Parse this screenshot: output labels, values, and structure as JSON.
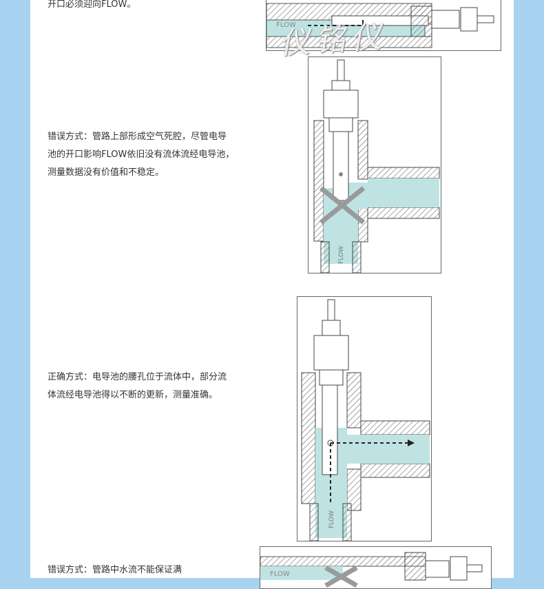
{
  "paragraphs": {
    "p0": "开口必须迎向FLOW。",
    "p1": "        错误方式：管路上部形成空气死腔，尽管电导池的开口影响FLOW依旧没有流体流经电导池，测量数据没有价值和不稳定。",
    "p2": "        正确方式：电导池的腰孔位于流体中，部分流体流经电导池得以不断的更新，测量准确。",
    "p3": "        错误方式：管路中水流不能保证满"
  },
  "figures": {
    "flow_label": "FLOW",
    "watermark": "仪铭仪"
  },
  "colors": {
    "water": "#bfe3e3",
    "hatch": "#666666",
    "cross": "#9a9a9a"
  }
}
